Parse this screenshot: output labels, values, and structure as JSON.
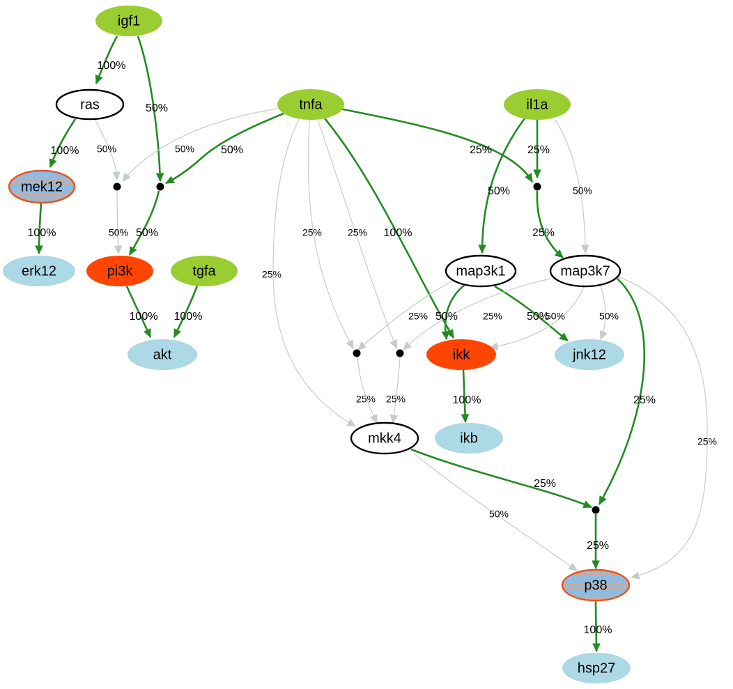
{
  "colors": {
    "stimulus": "#9ACD32",
    "inhibitor_fill": "#FF4500",
    "readout": "#ADD8E6",
    "mixed_fill": "#86BFED",
    "mixed_border": "#E8541C",
    "plain_fill": "#FFFFFF",
    "active_edge": "#228B22",
    "inactive_edge": "#C5CCC8",
    "junction": "#000000"
  },
  "nodes": [
    {
      "id": "igf1",
      "label": "igf1",
      "kind": "stimulus"
    },
    {
      "id": "ras",
      "label": "ras",
      "kind": "plain"
    },
    {
      "id": "tnfa",
      "label": "tnfa",
      "kind": "stimulus"
    },
    {
      "id": "il1a",
      "label": "il1a",
      "kind": "stimulus"
    },
    {
      "id": "mek12",
      "label": "mek12",
      "kind": "mixed"
    },
    {
      "id": "erk12",
      "label": "erk12",
      "kind": "readout"
    },
    {
      "id": "pi3k",
      "label": "pi3k",
      "kind": "inhibitor"
    },
    {
      "id": "tgfa",
      "label": "tgfa",
      "kind": "stimulus"
    },
    {
      "id": "akt",
      "label": "akt",
      "kind": "readout"
    },
    {
      "id": "map3k1",
      "label": "map3k1",
      "kind": "plain"
    },
    {
      "id": "map3k7",
      "label": "map3k7",
      "kind": "plain"
    },
    {
      "id": "ikk",
      "label": "ikk",
      "kind": "inhibitor"
    },
    {
      "id": "jnk12",
      "label": "jnk12",
      "kind": "readout"
    },
    {
      "id": "mkk4",
      "label": "mkk4",
      "kind": "plain"
    },
    {
      "id": "ikb",
      "label": "ikb",
      "kind": "readout"
    },
    {
      "id": "p38",
      "label": "p38",
      "kind": "mixed"
    },
    {
      "id": "hsp27",
      "label": "hsp27",
      "kind": "readout"
    }
  ],
  "junctions": [
    "j_ras_tnfa",
    "j_igf1_tnfa",
    "j_tnfa_il1a",
    "j_map3k1_tnfa",
    "j_map3k7_tnfa",
    "j_mkk4_map3k7"
  ],
  "edges": [
    {
      "id": "e01",
      "from": "igf1",
      "to": "ras",
      "label": "100%",
      "active": true
    },
    {
      "id": "e02",
      "from": "igf1",
      "to": "j_igf1_tnfa",
      "label": "50%",
      "active": true
    },
    {
      "id": "e03",
      "from": "ras",
      "to": "mek12",
      "label": "100%",
      "active": true
    },
    {
      "id": "e04",
      "from": "ras",
      "to": "j_ras_tnfa",
      "label": "50%",
      "active": false
    },
    {
      "id": "e05",
      "from": "tnfa",
      "to": "j_ras_tnfa",
      "label": "50%",
      "active": false
    },
    {
      "id": "e06",
      "from": "tnfa",
      "to": "j_igf1_tnfa",
      "label": "50%",
      "active": true
    },
    {
      "id": "e07",
      "from": "tnfa",
      "to": "j_tnfa_il1a",
      "label": "25%",
      "active": true
    },
    {
      "id": "e08",
      "from": "il1a",
      "to": "j_tnfa_il1a",
      "label": "25%",
      "active": true
    },
    {
      "id": "e09",
      "from": "il1a",
      "to": "map3k1",
      "label": "50%",
      "active": true
    },
    {
      "id": "e10",
      "from": "il1a",
      "to": "map3k7",
      "label": "50%",
      "active": false
    },
    {
      "id": "e11",
      "from": "mek12",
      "to": "erk12",
      "label": "100%",
      "active": true
    },
    {
      "id": "e12",
      "from": "j_ras_tnfa",
      "to": "pi3k",
      "label": "50%",
      "active": false
    },
    {
      "id": "e13",
      "from": "j_igf1_tnfa",
      "to": "pi3k",
      "label": "50%",
      "active": true
    },
    {
      "id": "e14",
      "from": "j_tnfa_il1a",
      "to": "map3k7",
      "label": "25%",
      "active": true
    },
    {
      "id": "e15",
      "from": "pi3k",
      "to": "akt",
      "label": "100%",
      "active": true
    },
    {
      "id": "e16",
      "from": "tgfa",
      "to": "akt",
      "label": "100%",
      "active": true
    },
    {
      "id": "e17",
      "from": "tnfa",
      "to": "mkk4",
      "label": "25%",
      "active": false
    },
    {
      "id": "e18",
      "from": "tnfa",
      "to": "j_map3k1_tnfa",
      "label": "25%",
      "active": false
    },
    {
      "id": "e19",
      "from": "tnfa",
      "to": "j_map3k7_tnfa",
      "label": "25%",
      "active": false
    },
    {
      "id": "e20",
      "from": "tnfa",
      "to": "ikk",
      "label": "100%",
      "active": true
    },
    {
      "id": "e21",
      "from": "map3k1",
      "to": "j_map3k1_tnfa",
      "label": "25%",
      "active": false
    },
    {
      "id": "e22",
      "from": "map3k1",
      "to": "ikk",
      "label": "50%",
      "active": true
    },
    {
      "id": "e23",
      "from": "map3k1",
      "to": "jnk12",
      "label": "50%",
      "active": true
    },
    {
      "id": "e24",
      "from": "map3k7",
      "to": "j_map3k7_tnfa",
      "label": "25%",
      "active": false
    },
    {
      "id": "e25",
      "from": "map3k7",
      "to": "ikk",
      "label": "50%",
      "active": false
    },
    {
      "id": "e26",
      "from": "map3k7",
      "to": "jnk12",
      "label": "50%",
      "active": false
    },
    {
      "id": "e27",
      "from": "map3k7",
      "to": "j_mkk4_map3k7",
      "label": "25%",
      "active": true
    },
    {
      "id": "e28",
      "from": "map3k7",
      "to": "p38",
      "label": "25%",
      "active": false
    },
    {
      "id": "e29",
      "from": "j_map3k1_tnfa",
      "to": "mkk4",
      "label": "25%",
      "active": false
    },
    {
      "id": "e30",
      "from": "j_map3k7_tnfa",
      "to": "mkk4",
      "label": "25%",
      "active": false
    },
    {
      "id": "e31",
      "from": "ikk",
      "to": "ikb",
      "label": "100%",
      "active": true
    },
    {
      "id": "e32",
      "from": "mkk4",
      "to": "j_mkk4_map3k7",
      "label": "25%",
      "active": true
    },
    {
      "id": "e33",
      "from": "mkk4",
      "to": "p38",
      "label": "50%",
      "active": false
    },
    {
      "id": "e34",
      "from": "j_mkk4_map3k7",
      "to": "p38",
      "label": "25%",
      "active": true
    },
    {
      "id": "e35",
      "from": "p38",
      "to": "hsp27",
      "label": "100%",
      "active": true
    }
  ]
}
